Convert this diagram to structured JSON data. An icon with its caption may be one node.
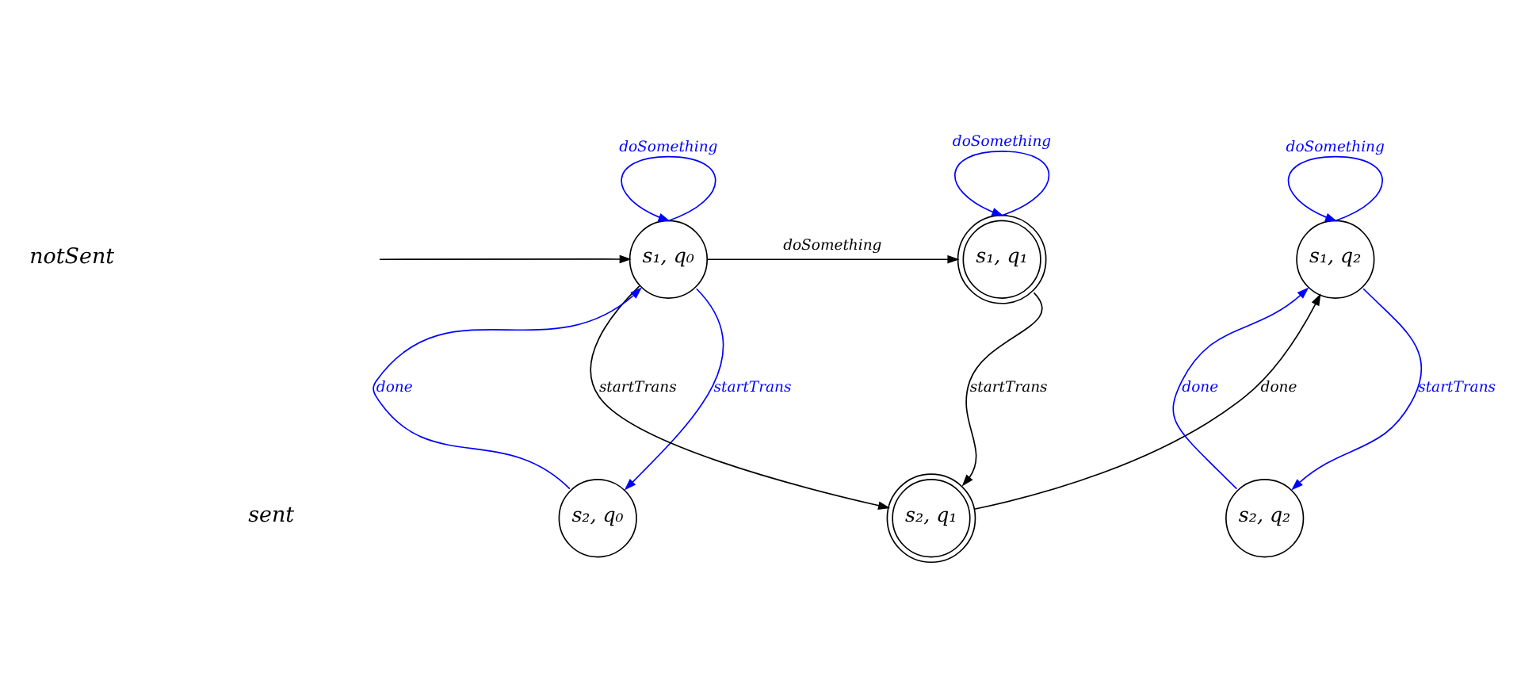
{
  "diagram": {
    "nodes": [
      {
        "text": [
          "s₁, q₀"
        ]
      },
      {
        "text": [
          "s₁, q₁"
        ]
      },
      {
        "text": [
          "s₁, q₂"
        ]
      },
      {
        "text": [
          "s₂, q₀"
        ]
      },
      {
        "text": [
          "s₂, q₁"
        ]
      },
      {
        "text": [
          "s₂, q₂"
        ]
      }
    ],
    "edges": [
      {
        "from": null,
        "to": 0,
        "arrow": "to",
        "color": "#000000"
      },
      {
        "from": 0,
        "to": 0,
        "arrow": "to",
        "label": "doSomething",
        "color": "#0000ff"
      },
      {
        "from": 0,
        "to": 1,
        "arrow": "to",
        "label": "doSomething",
        "color": "#000000"
      },
      {
        "from": 0,
        "to": 4,
        "arrow": "to",
        "label": "startTrans",
        "color": "#000000"
      },
      {
        "from": 0,
        "to": 3,
        "arrow": "to",
        "label": "startTrans",
        "color": "#0000ff"
      },
      {
        "from": 3,
        "to": 0,
        "arrow": "to",
        "label": "done",
        "color": "#0000ff"
      },
      {
        "from": 1,
        "to": 1,
        "arrow": "to",
        "label": "doSomething",
        "color": "#0000ff"
      },
      {
        "from": 1,
        "to": 4,
        "arrow": "to",
        "label": "startTrans",
        "color": "#000000"
      },
      {
        "from": 4,
        "to": 2,
        "arrow": "to",
        "label": "done",
        "color": "#000000"
      },
      {
        "from": 2,
        "to": 2,
        "arrow": "to",
        "label": "doSomething",
        "color": "#0000ff"
      },
      {
        "from": 2,
        "to": 5,
        "arrow": "to",
        "label": "startTrans",
        "color": "#0000ff"
      },
      {
        "from": 5,
        "to": 2,
        "arrow": "to",
        "label": "done",
        "color": "#0000ff"
      }
    ],
    "labels": [
      "notSent",
      "sent"
    ]
  }
}
